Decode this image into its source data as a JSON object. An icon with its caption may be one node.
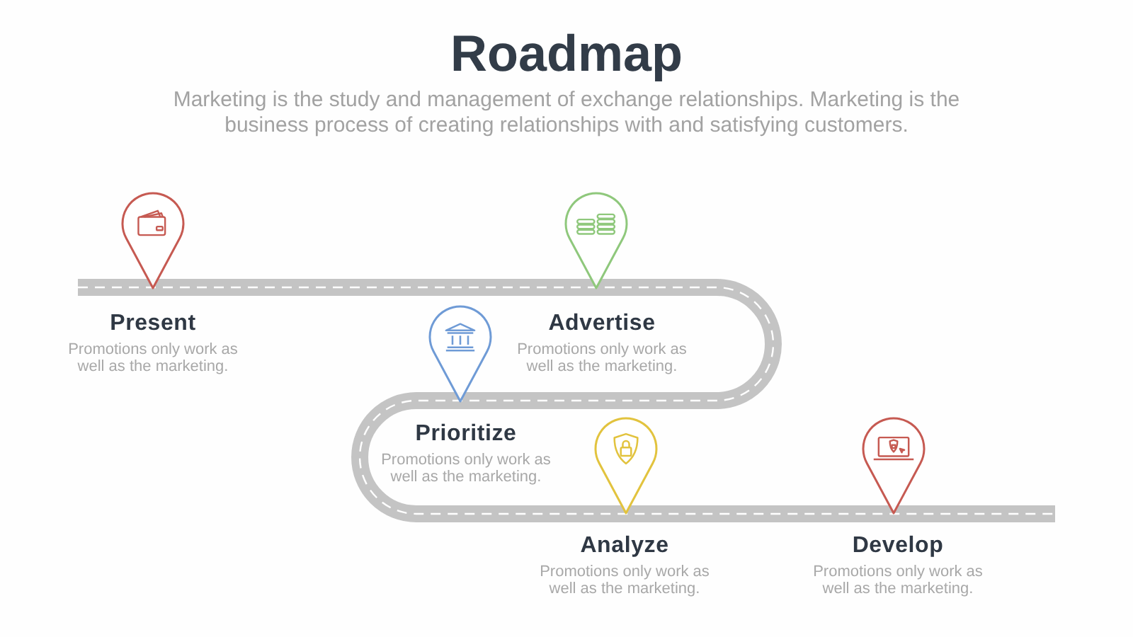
{
  "diagram": {
    "title": "Roadmap",
    "labels": [
      "Marketing is the study and management of exchange relationships. Marketing is the business process of creating relationships with and satisfying customers.",
      "Present",
      "Promotions only work as well as the marketing.",
      "Advertise",
      "Promotions only work as well as the marketing.",
      "Prioritize",
      "Promotions only work as well as the marketing.",
      "Analyze",
      "Promotions only work as well as the marketing.",
      "Develop",
      "Promotions only work as well as the marketing."
    ]
  }
}
